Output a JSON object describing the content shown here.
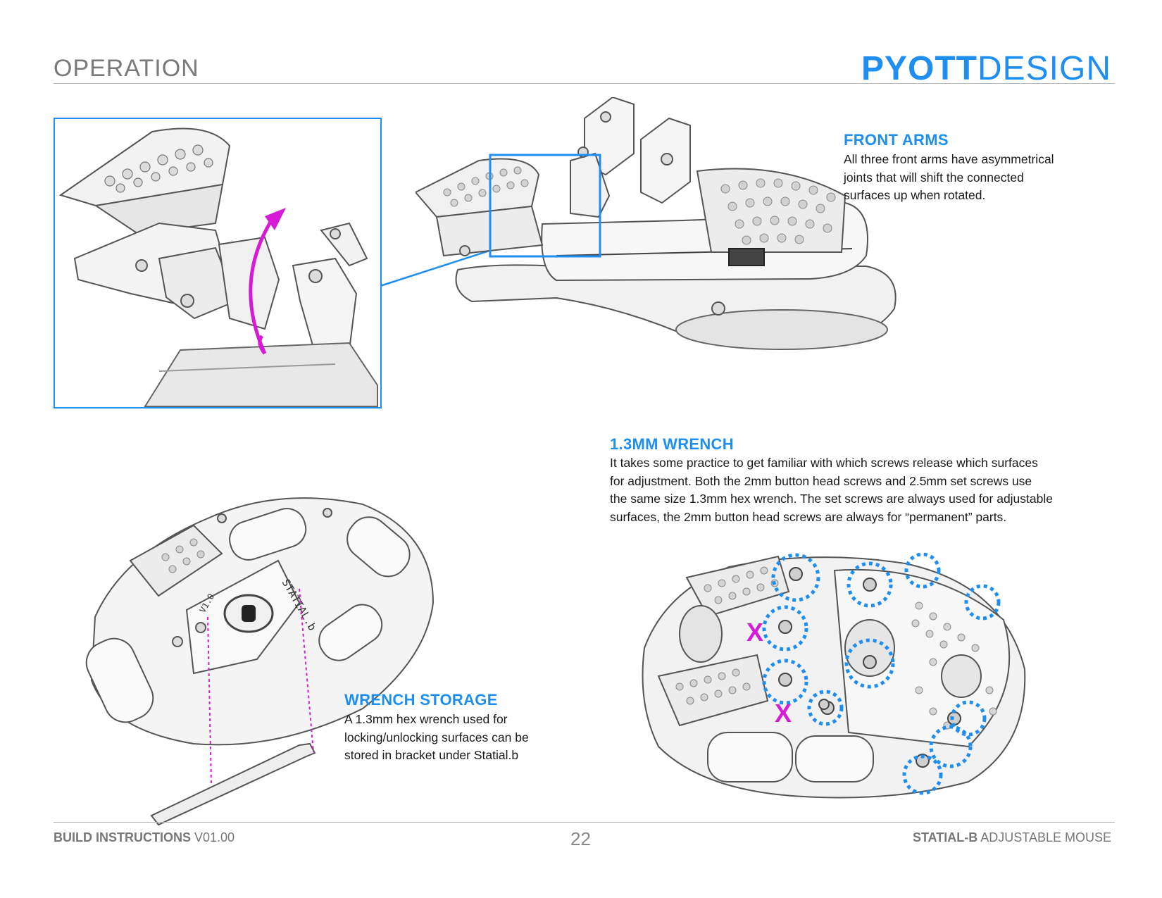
{
  "header": {
    "section_title": "OPERATION",
    "brand_bold": "PYOTT",
    "brand_light": "DESIGN"
  },
  "front_arms": {
    "heading": "FRONT ARMS",
    "lines": [
      "All three front arms have asymmetrical",
      "joints that will shift the connected",
      "surfaces up when rotated."
    ]
  },
  "wrench": {
    "heading": "1.3MM WRENCH",
    "lines": [
      "It takes some practice to get familiar with which screws release which surfaces",
      "for adjustment. Both the 2mm button head screws and 2.5mm set screws use",
      "the same size 1.3mm hex wrench. The set screws are always used for adjustable",
      "surfaces, the 2mm button head screws are always for “permanent” parts."
    ]
  },
  "wrench_storage": {
    "heading": "WRENCH STORAGE",
    "lines": [
      "A 1.3mm hex wrench used for",
      "locking/unlocking surfaces can be",
      "stored in bracket under Statial.b"
    ]
  },
  "bottom_render": {
    "label_line1": "STATIAL.b",
    "label_line2": "V1.0",
    "mark": "X"
  },
  "footer": {
    "left_bold": "BUILD INSTRUCTIONS",
    "left_light": " V01.00",
    "page_number": "22",
    "right_bold": "STATIAL-B",
    "right_light": " ADJUSTABLE MOUSE"
  },
  "colors": {
    "accent": "#1e8ff0",
    "highlight": "#d61ad6",
    "text": "#1a1a1a",
    "muted": "#777777"
  }
}
